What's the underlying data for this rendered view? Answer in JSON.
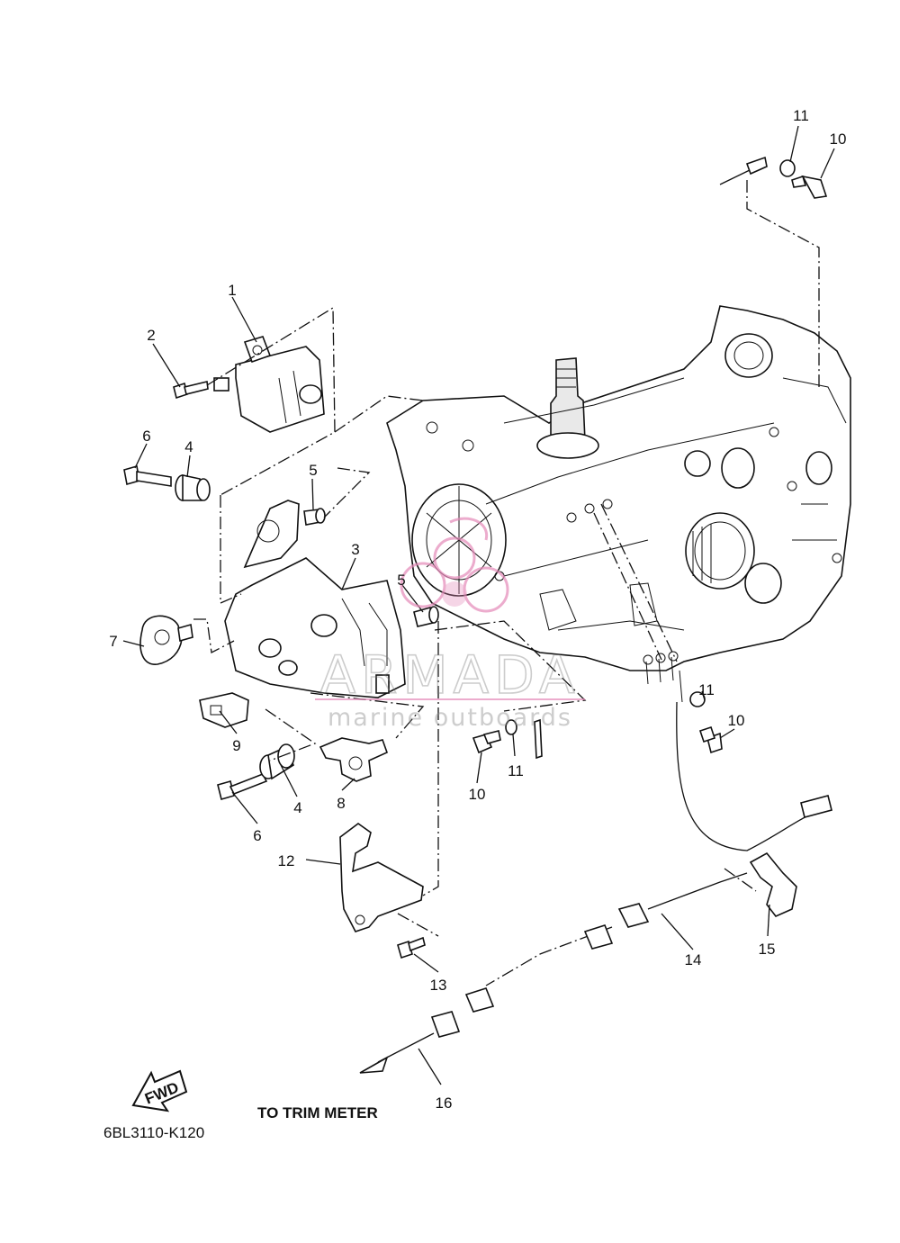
{
  "callouts": [
    {
      "id": "c1",
      "label": "1"
    },
    {
      "id": "c2",
      "label": "2"
    },
    {
      "id": "c3",
      "label": "3"
    },
    {
      "id": "c4a",
      "label": "4"
    },
    {
      "id": "c4b",
      "label": "4"
    },
    {
      "id": "c5a",
      "label": "5"
    },
    {
      "id": "c5b",
      "label": "5"
    },
    {
      "id": "c6a",
      "label": "6"
    },
    {
      "id": "c6b",
      "label": "6"
    },
    {
      "id": "c7",
      "label": "7"
    },
    {
      "id": "c8",
      "label": "8"
    },
    {
      "id": "c9",
      "label": "9"
    },
    {
      "id": "c10a",
      "label": "10"
    },
    {
      "id": "c10b",
      "label": "10"
    },
    {
      "id": "c10c",
      "label": "10"
    },
    {
      "id": "c11a",
      "label": "11"
    },
    {
      "id": "c11b",
      "label": "11"
    },
    {
      "id": "c11c",
      "label": "11"
    },
    {
      "id": "c12",
      "label": "12"
    },
    {
      "id": "c13",
      "label": "13"
    },
    {
      "id": "c14",
      "label": "14"
    },
    {
      "id": "c15",
      "label": "15"
    },
    {
      "id": "c16",
      "label": "16"
    }
  ],
  "trim_meter_label": "TO TRIM METER",
  "fwd_label": "FWD",
  "diagram_code": "6BL3110-K120",
  "watermark": {
    "brand": "ARMADA",
    "tagline": "marine outboards",
    "color": "#e48ab8"
  }
}
